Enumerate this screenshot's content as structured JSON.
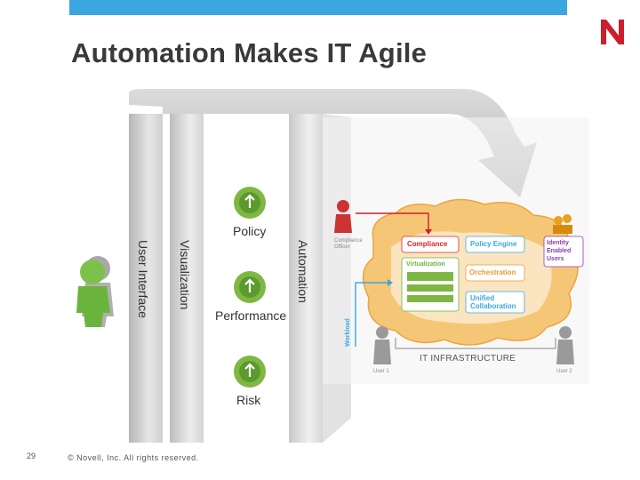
{
  "slide": {
    "title": "Automation Makes IT Agile",
    "page_number": "29",
    "copyright": "© Novell, Inc. All rights reserved."
  },
  "pillars": {
    "user_interface": "User Interface",
    "visualization": "Visualization",
    "automation": "Automation"
  },
  "controls": {
    "policy": "Policy",
    "performance": "Performance",
    "risk": "Risk"
  },
  "infrastructure": {
    "compliance_officer": "Compliance Officer",
    "compliance": "Compliance",
    "policy_engine": "Policy Engine",
    "identity": "Identity Enabled Users",
    "virtualization": "Virtualization",
    "orchestration": "Orchestration",
    "unified_collaboration": "Unified Collaboration",
    "workload": "Workload",
    "it_infrastructure": "IT INFRASTRUCTURE",
    "user1": "User 1",
    "user2": "User 2"
  },
  "colors": {
    "accent": "#3aa7e0",
    "brand_red": "#cc1e2c",
    "green": "#6ab43e",
    "cloud": "#f3b040"
  }
}
